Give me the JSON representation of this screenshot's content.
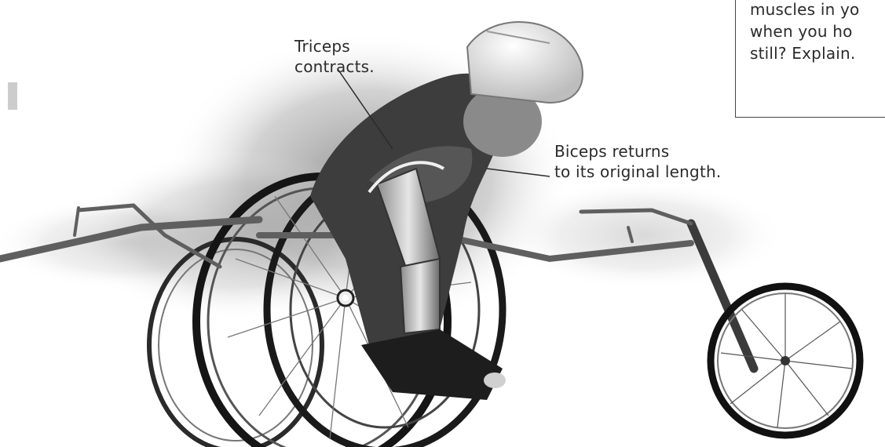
{
  "labels": {
    "triceps_line1": "Triceps",
    "triceps_line2": "contracts.",
    "biceps_line1": "Biceps returns",
    "biceps_line2": "to its original length."
  },
  "question_box": {
    "line1": "muscles in yo",
    "line2": "when you ho",
    "line3": "still? Explain."
  },
  "colors": {
    "ink": "#2b2b2b",
    "wheel": "#1c1c1c",
    "frame": "#6e6e6e",
    "shadow": "#8a8a8a"
  }
}
